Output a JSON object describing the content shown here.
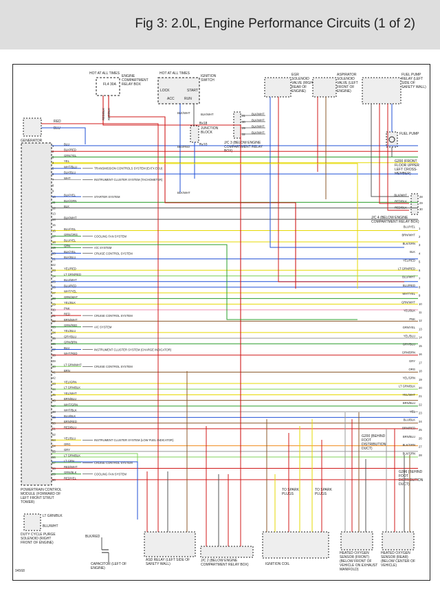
{
  "title": "Fig 3: 2.0L, Engine Performance Circuits (1 of 2)",
  "figure_id": "94568",
  "components": {
    "hot_at_all_times_1": "HOT AT ALL TIMES",
    "engine_relay_box": "ENGINE COMPARTMENT RELAY BOX",
    "fuse_fl4": "FL4 30A",
    "hot_at_all_times_2": "HOT AT ALL TIMES",
    "ignition_switch": "IGNITION SWITCH",
    "switch_lock": "LOCK",
    "switch_start": "START",
    "switch_acc": "ACC",
    "switch_run": "RUN",
    "junction_block": "JUNCTION BLOCK",
    "bx18": "Bx18",
    "bx10": "Bx10",
    "jc3": "J/C 3 (BELOW ENGINE COMPARTMENT RELAY BOX)",
    "egr_valve": "EGR SOLENOID VALVE (RIGHT REAR OF ENGINE)",
    "aspirator_valve": "ASPIRATOR SOLENOID VALVE (LEFT FRONT OF ENGINE)",
    "fuel_pump_relay": "FUEL PUMP RELAY (LEFT SIDE OF SAFETY WALL)",
    "fuel_pump": "FUEL PUMP",
    "ground_g200": "G200 (FRONT FLOOR UPPER LEFT CROSS-MEMBER)",
    "generator": "GENERATOR",
    "jc4": "J/C 4 (BELOW ENGINE COMPARTMENT RELAY BOX)",
    "pcm": "POWERTRAIN CONTROL MODULE (FORWARD OF LEFT FRONT STRUT TOWER)",
    "purge_solenoid": "DUTY CYCLE PURGE SOLENOID (RIGHT FRONT OF ENGINE)",
    "capacitor": "CAPACITOR (LEFT OF ENGINE)",
    "asd_relay": "ASD RELAY (LEFT SIDE OF SAFETY WALL)",
    "jc2": "J/C 2 (BELOW ENGINE COMPARTMENT RELAY BOX)",
    "ignition_coil": "IGNITION COIL",
    "spark_plugs_1": "TO SPARK PLUGS",
    "spark_plugs_2": "TO SPARK PLUGS",
    "o2_front": "HEATED OXYGEN SENSOR (FRONT) (BELOW FRONT OF VEHICLE ON EXHAUST MANIFOLD)",
    "o2_rear": "HEATED OXYGEN SENSOR (REAR) (BELOW CENTER OF VEHICLE)",
    "g200_dash": "G200 (BEHIND FOOT DISTRIBUTION DUCT)",
    "g206_dash": "G206 (BEHIND FOOT DISTRIBUTION DUCT)",
    "blk_red_cap": "BLK/RED",
    "lt_grn_blk": "LT GRN/BLK",
    "blu_wht": "BLU/WHT"
  },
  "pcm_pins": [
    {
      "n": "1",
      "wire": "BLU",
      "note": "",
      "color": "#1f4fd6"
    },
    {
      "n": "2",
      "wire": "BLK/RED",
      "note": "",
      "color": "#d01818"
    },
    {
      "n": "3",
      "wire": "GRN/YEL",
      "note": "",
      "color": "#2a9c2a"
    },
    {
      "n": "4",
      "wire": "YEL",
      "note": "",
      "color": "#e6d800"
    },
    {
      "n": "5",
      "wire": "WHT/BLU",
      "note": "TRANSMISSION CONTROLS SYSTEM (EATX ECU)",
      "color": "#1f4fd6"
    },
    {
      "n": "6",
      "wire": "BLK/BLU",
      "note": "",
      "color": "#1f4fd6"
    },
    {
      "n": "7",
      "wire": "WHT",
      "note": "INSTRUMENT CLUSTER SYSTEM (TACHOMETER)",
      "color": "#999999"
    },
    {
      "n": "8",
      "wire": "",
      "note": "",
      "color": "#999999"
    },
    {
      "n": "9",
      "wire": "",
      "note": "",
      "color": "#999999"
    },
    {
      "n": "10",
      "wire": "BLK/YEL",
      "note": "STARTER SYSTEM",
      "color": "#1f4fd6"
    },
    {
      "n": "11",
      "wire": "BLK/GRN",
      "note": "",
      "color": "#2a9c2a"
    },
    {
      "n": "12",
      "wire": "BLK",
      "note": "",
      "color": "#555555"
    },
    {
      "n": "13",
      "wire": "",
      "note": "",
      "color": "#999999"
    },
    {
      "n": "14",
      "wire": "BLK/WHT",
      "note": "",
      "color": "#555555"
    },
    {
      "n": "15",
      "wire": "",
      "note": "",
      "color": "#999999"
    },
    {
      "n": "16",
      "wire": "BLU/YEL",
      "note": "",
      "color": "#e6d800"
    },
    {
      "n": "17",
      "wire": "GRN/ORG",
      "note": "COOLING FAN SYSTEM",
      "color": "#2a9c2a"
    },
    {
      "n": "18",
      "wire": "BLU/YEL",
      "note": "",
      "color": "#e6d800"
    },
    {
      "n": "19",
      "wire": "GRN",
      "note": "A/C SYSTEM",
      "color": "#2a9c2a"
    },
    {
      "n": "20",
      "wire": "BLK/YEL",
      "note": "CRUISE CONTROL SYSTEM",
      "color": "#1f4fd6"
    },
    {
      "n": "21",
      "wire": "BLK/BLU",
      "note": "",
      "color": "#1f4fd6"
    },
    {
      "n": "22",
      "wire": "",
      "note": "",
      "color": "#999999"
    },
    {
      "n": "23",
      "wire": "YEL/RED",
      "note": "",
      "color": "#e6d800"
    },
    {
      "n": "24",
      "wire": "LT GRN/RED",
      "note": "",
      "color": "#7fd05a"
    },
    {
      "n": "25",
      "wire": "BLU/WHT",
      "note": "",
      "color": "#1f4fd6"
    },
    {
      "n": "26",
      "wire": "BLU/RED",
      "note": "",
      "color": "#1f4fd6"
    },
    {
      "n": "27",
      "wire": "WHT/YEL",
      "note": "",
      "color": "#e6d800"
    },
    {
      "n": "28",
      "wire": "GRN/WHT",
      "note": "",
      "color": "#2a9c2a"
    },
    {
      "n": "29",
      "wire": "YEL/BLK",
      "note": "",
      "color": "#e6d800"
    },
    {
      "n": "30",
      "wire": "PNK",
      "note": "",
      "color": "#f08fb0"
    },
    {
      "n": "31",
      "wire": "RED",
      "note": "CRUISE CONTROL SYSTEM",
      "color": "#d01818"
    },
    {
      "n": "32",
      "wire": "BRN/WHT",
      "note": "",
      "color": "#8b5a2b"
    },
    {
      "n": "33",
      "wire": "GRN/RED",
      "note": "A/C SYSTEM",
      "color": "#2a9c2a"
    },
    {
      "n": "34",
      "wire": "YEL/BLU",
      "note": "",
      "color": "#e6d800"
    },
    {
      "n": "35",
      "wire": "GRY/BLU",
      "note": "",
      "color": "#999999"
    },
    {
      "n": "36",
      "wire": "GRN/BRN",
      "note": "",
      "color": "#2a9c2a"
    },
    {
      "n": "37",
      "wire": "BLU",
      "note": "INSTRUMENT CLUSTER SYSTEM (CHARGE INDICATOR)",
      "color": "#1f4fd6"
    },
    {
      "n": "38",
      "wire": "WHT/RED",
      "note": "",
      "color": "#d01818"
    },
    {
      "n": "39",
      "wire": "",
      "note": "",
      "color": "#999999"
    },
    {
      "n": "40",
      "wire": "LT GRN/WHT",
      "note": "CRUISE CONTROL SYSTEM",
      "color": "#7fd05a"
    },
    {
      "n": "41",
      "wire": "BRN",
      "note": "",
      "color": "#8b5a2b"
    },
    {
      "n": "42",
      "wire": "",
      "note": "",
      "color": "#999999"
    },
    {
      "n": "43",
      "wire": "YEL/GRN",
      "note": "",
      "color": "#e6d800"
    },
    {
      "n": "44",
      "wire": "LT GRN/BLK",
      "note": "",
      "color": "#7fd05a"
    },
    {
      "n": "45",
      "wire": "YEL/WHT",
      "note": "",
      "color": "#e6d800"
    },
    {
      "n": "46",
      "wire": "BRN/BLU",
      "note": "",
      "color": "#8b5a2b"
    },
    {
      "n": "47",
      "wire": "WHT/GRN",
      "note": "",
      "color": "#2a9c2a"
    },
    {
      "n": "48",
      "wire": "WHT/BLK",
      "note": "",
      "color": "#999999"
    },
    {
      "n": "49",
      "wire": "BLU/BLK",
      "note": "",
      "color": "#1f4fd6"
    },
    {
      "n": "50",
      "wire": "BRN/RED",
      "note": "",
      "color": "#8b5a2b"
    },
    {
      "n": "51",
      "wire": "RED/BLU",
      "note": "",
      "color": "#d01818"
    },
    {
      "n": "52",
      "wire": "",
      "note": "",
      "color": "#999999"
    },
    {
      "n": "53",
      "wire": "YEL/BLU",
      "note": "INSTRUMENT CLUSTER SYSTEM (LOW FUEL INDICATOR)",
      "color": "#e6d800"
    },
    {
      "n": "54",
      "wire": "ORG",
      "note": "",
      "color": "#f08a1a"
    },
    {
      "n": "55",
      "wire": "GRY",
      "note": "",
      "color": "#999999"
    },
    {
      "n": "56",
      "wire": "LT GRN/BLK",
      "note": "",
      "color": "#7fd05a"
    },
    {
      "n": "57",
      "wire": "LT GRN",
      "note": "CRUISE CONTROL SYSTEM",
      "color": "#7fd05a"
    },
    {
      "n": "58",
      "wire": "RED/WHT",
      "note": "",
      "color": "#d01818"
    },
    {
      "n": "59",
      "wire": "GRN/BLK",
      "note": "COOLING FAN SYSTEM",
      "color": "#2a9c2a"
    },
    {
      "n": "60",
      "wire": "RED/YEL",
      "note": "",
      "color": "#d01818"
    }
  ],
  "right_pins": [
    {
      "n": "1",
      "wire": "BLU/YEL"
    },
    {
      "n": "2",
      "wire": "BRN/WHT"
    },
    {
      "n": "3",
      "wire": "BLK/GRN"
    },
    {
      "n": "4",
      "wire": "BLK"
    },
    {
      "n": "5",
      "wire": "YEL/RED"
    },
    {
      "n": "6",
      "wire": "LT GRN/RED"
    },
    {
      "n": "7",
      "wire": "BLU/WHT"
    },
    {
      "n": "8",
      "wire": "BLU/RED"
    },
    {
      "n": "9",
      "wire": "WHT/YEL"
    },
    {
      "n": "10",
      "wire": "GRN/WHT"
    },
    {
      "n": "11",
      "wire": "YEL/BLK"
    },
    {
      "n": "12",
      "wire": "PNK"
    },
    {
      "n": "13",
      "wire": "GRN/YEL"
    },
    {
      "n": "14",
      "wire": "YEL/BLU"
    },
    {
      "n": "15",
      "wire": "GRY/BLU"
    },
    {
      "n": "16",
      "wire": "GRN/BRN"
    },
    {
      "n": "17",
      "wire": "GRY"
    },
    {
      "n": "18",
      "wire": "ORG"
    },
    {
      "n": "19",
      "wire": "YEL/GRN"
    },
    {
      "n": "20",
      "wire": "LT GRN/BLK"
    },
    {
      "n": "21",
      "wire": "YEL/WHT"
    },
    {
      "n": "22",
      "wire": "BRN/BLU"
    },
    {
      "n": "23",
      "wire": "YEL"
    },
    {
      "n": "24",
      "wire": "BLU/BLK"
    },
    {
      "n": "25",
      "wire": "BRN/RED"
    },
    {
      "n": "26",
      "wire": "BRN/BLU"
    },
    {
      "n": "27",
      "wire": "BLK/GRN"
    },
    {
      "n": "28",
      "wire": "BLK/GRN"
    }
  ],
  "jc3_pins": [
    {
      "n": "31",
      "wire": "BLK/WHT"
    },
    {
      "n": "30",
      "wire": "BLK/WHT"
    },
    {
      "n": "29",
      "wire": "BLK/WHT"
    },
    {
      "n": "32",
      "wire": "BLK/WHT"
    }
  ],
  "jc4_pins": [
    {
      "n": "28",
      "wire": "BLK/WHT"
    },
    {
      "n": "29",
      "wire": "RED/BLK"
    },
    {
      "n": "30",
      "wire": "RED/BLK"
    }
  ],
  "gen_wires": {
    "red": "RED",
    "blu": "BLU"
  },
  "ign_wires": {
    "a": "BLK/WHT",
    "b": "BLU/RED",
    "c": "BLK/WHT",
    "d": "BLK/WHT"
  },
  "fuse_wires": {
    "a": "RED/BLK",
    "b": "RED/BLK"
  }
}
